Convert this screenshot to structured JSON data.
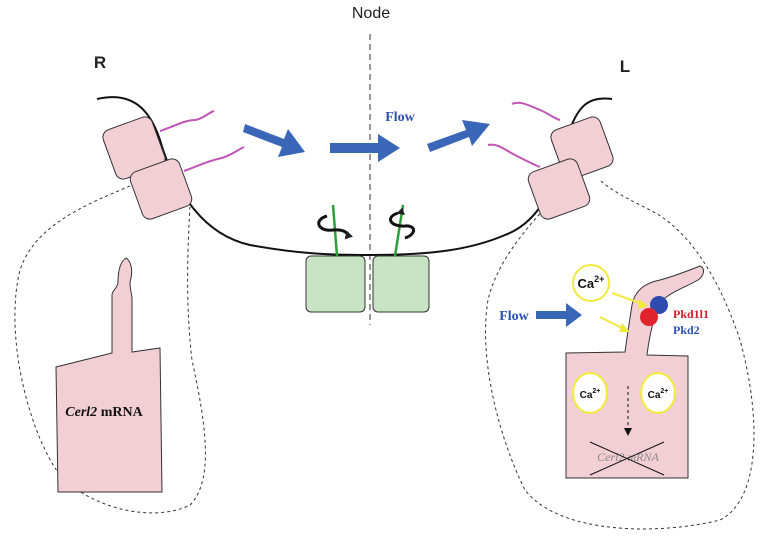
{
  "labels": {
    "node": "Node",
    "right": "R",
    "left": "L",
    "flow_top": "Flow",
    "flow_cell": "Flow",
    "ca_outer": "Ca",
    "ca_outer_sup": "2+",
    "ca_left": "Ca",
    "ca_left_sup": "2+",
    "ca_right": "Ca",
    "ca_right_sup": "2+",
    "pkd1l1": "Pkd1l1",
    "pkd2": "Pkd2",
    "cerl2_gene": "Cerl2",
    "cerl2_suffix": " mRNA",
    "cerl2_crossed": "Cerl2 mRNA"
  },
  "colors": {
    "flow_arrow": "#3a66b8",
    "cell_pink": "#f2cfd4",
    "cilium_magenta": "#c155b6",
    "node_cell_green": "#c9e4c4",
    "motile_cilium_green": "#2e9e3c",
    "ca_yellow": "#f2ea3a",
    "pkd1l1_red": "#e0242e",
    "pkd2_blue": "#2e4bb0",
    "text_red": "#d11f2a",
    "text_blue": "#2c52b0"
  }
}
